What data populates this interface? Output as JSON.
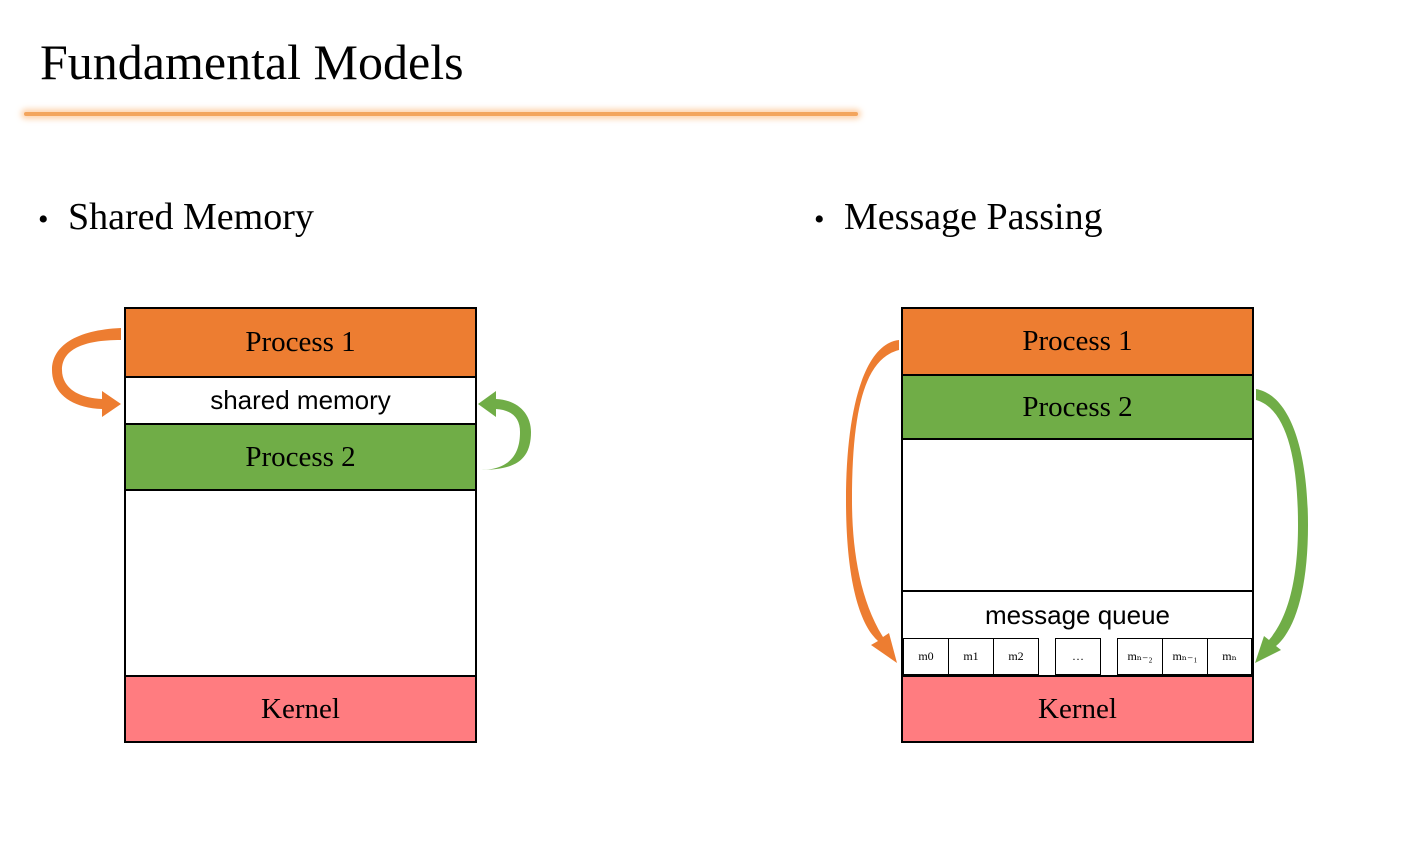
{
  "slide": {
    "title": "Fundamental Models",
    "underline_color": "#f3a55d"
  },
  "colors": {
    "process1": "#ed7d31",
    "process2": "#70ad47",
    "kernel": "#ff7c80"
  },
  "shared_memory": {
    "heading": "Shared Memory",
    "process1": "Process 1",
    "shared": "shared memory",
    "process2": "Process 2",
    "kernel": "Kernel"
  },
  "message_passing": {
    "heading": "Message Passing",
    "process1": "Process 1",
    "process2": "Process 2",
    "queue": "message queue",
    "messages": {
      "m0": "m0",
      "m1": "m1",
      "m2": "m2",
      "ellipsis": "…",
      "mn2": "mₙ₋₂",
      "mn1": "mₙ₋₁",
      "mn": "mₙ"
    },
    "kernel": "Kernel"
  }
}
